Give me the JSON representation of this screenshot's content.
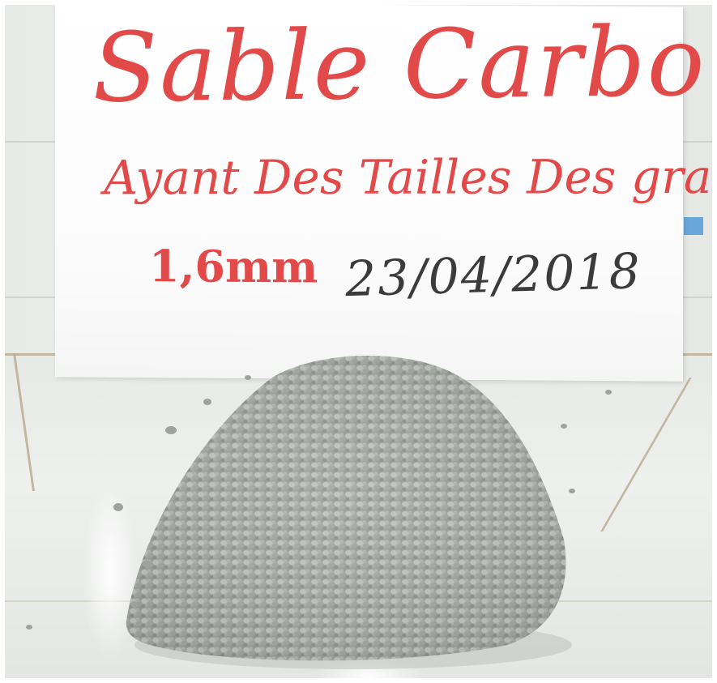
{
  "sign": {
    "line1": "Sable Carbonaté",
    "line2": "Ayant Des Tailles Des grains",
    "size": "1,6mm",
    "date": "23/04/2018"
  },
  "colors": {
    "ink_red": "#e24a4a",
    "ink_black": "#3b3b3b",
    "gravel": "#a7aba5"
  }
}
